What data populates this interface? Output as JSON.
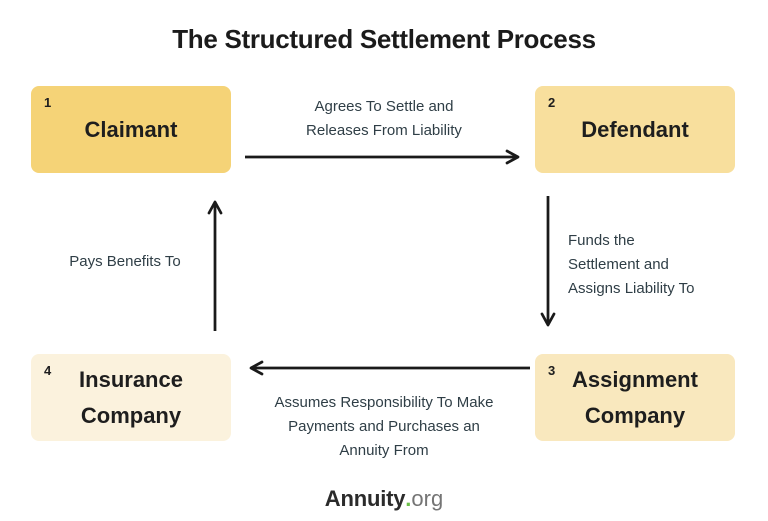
{
  "title": "The Structured Settlement Process",
  "nodes": [
    {
      "number": "1",
      "label": "Claimant",
      "bg": "#F5D377"
    },
    {
      "number": "2",
      "label": "Defendant",
      "bg": "#F8DF9D"
    },
    {
      "number": "3",
      "label": "Assignment Company",
      "bg": "#F9E8BE"
    },
    {
      "number": "4",
      "label": "Insurance Company",
      "bg": "#FBF2DD"
    }
  ],
  "edges": {
    "top": {
      "from": "Claimant",
      "to": "Defendant",
      "direction": "right",
      "lines": [
        "Agrees To Settle and",
        "Releases From Liability"
      ]
    },
    "right": {
      "from": "Defendant",
      "to": "Assignment Company",
      "direction": "down",
      "lines": [
        "Funds the",
        "Settlement and",
        "Assigns Liability To"
      ]
    },
    "bottom": {
      "from": "Assignment Company",
      "to": "Insurance Company",
      "direction": "left",
      "lines": [
        "Assumes Responsibility To Make",
        "Payments and Purchases an",
        "Annuity From"
      ]
    },
    "left": {
      "from": "Insurance Company",
      "to": "Claimant",
      "direction": "up",
      "lines": [
        "Pays Benefits To"
      ]
    }
  },
  "footer": {
    "brand": "Annuity",
    "dot": ".",
    "tld": "org"
  },
  "colors": {
    "background": "#FFFFFF",
    "title_text": "#1B1B1B",
    "box_text": "#1E1E1E",
    "edge_text": "#2F3E46",
    "arrow": "#1A1A1A",
    "node_1_bg": "#F5D377",
    "node_2_bg": "#F8DF9D",
    "node_3_bg": "#F9E8BE",
    "node_4_bg": "#FBF2DD",
    "brand_dot_green": "#6CC04A",
    "brand_tld_gray": "#757575"
  }
}
